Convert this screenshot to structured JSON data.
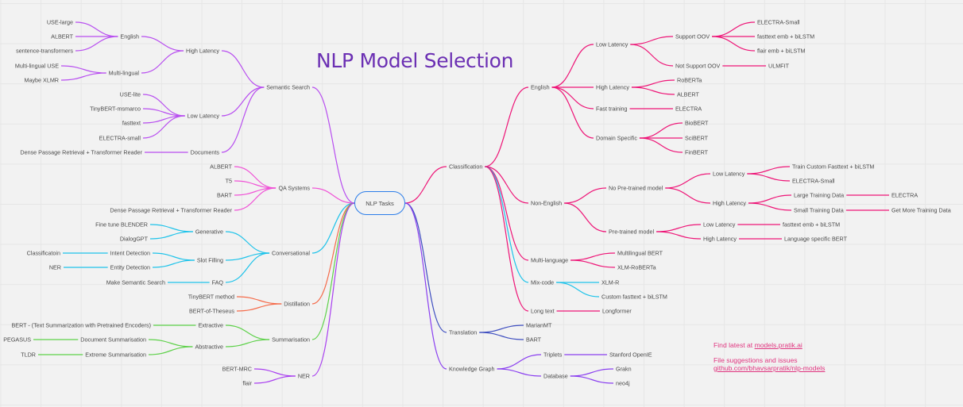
{
  "title": "NLP Model Selection",
  "root": {
    "label": "NLP Tasks",
    "border_color": "#2b7de9"
  },
  "footer": {
    "find_prefix": "Find latest at ",
    "find_link": "models.pratik.ai",
    "suggest_text": "File suggestions and issues",
    "suggest_link": "github.com/bhavsarpratik/nlp-models",
    "color": "#e0357f"
  },
  "branches": {
    "left": [
      {
        "label": "Semantic Search",
        "color": "#b84ef0",
        "children": [
          {
            "label": "High Latency",
            "children": [
              {
                "label": "English",
                "children": [
                  {
                    "label": "USE-large"
                  },
                  {
                    "label": "ALBERT"
                  },
                  {
                    "label": "sentence-transformers"
                  }
                ]
              },
              {
                "label": "Multi-lingual",
                "children": [
                  {
                    "label": "Multi-lingual USE"
                  },
                  {
                    "label": "Maybe XLMR"
                  }
                ]
              }
            ]
          },
          {
            "label": "Low Latency",
            "children": [
              {
                "label": "USE-lite"
              },
              {
                "label": "TinyBERT-msmarco"
              },
              {
                "label": "fasttext"
              },
              {
                "label": "ELECTRA-small"
              }
            ]
          },
          {
            "label": "Documents",
            "children": [
              {
                "label": "Dense Passage Retrieval + Transformer Reader"
              }
            ]
          }
        ]
      },
      {
        "label": "QA Systems",
        "color": "#f052d6",
        "children": [
          {
            "label": "ALBERT"
          },
          {
            "label": "T5"
          },
          {
            "label": "BART"
          },
          {
            "label": "Dense Passage Retrieval + Transformer Reader"
          }
        ]
      },
      {
        "label": "Conversational",
        "color": "#1ec3ea",
        "children": [
          {
            "label": "Generative",
            "children": [
              {
                "label": "Fine tune BLENDER"
              },
              {
                "label": "DialogGPT"
              }
            ]
          },
          {
            "label": "Slot Filling",
            "children": [
              {
                "label": "Intent Detection",
                "children": [
                  {
                    "label": "Classificatoin"
                  }
                ]
              },
              {
                "label": "Entity Detection",
                "children": [
                  {
                    "label": "NER"
                  }
                ]
              }
            ]
          },
          {
            "label": "FAQ",
            "children": [
              {
                "label": "Make Semantic Search"
              }
            ]
          }
        ]
      },
      {
        "label": "Distillation",
        "color": "#f56b4a",
        "children": [
          {
            "label": "TinyBERT method"
          },
          {
            "label": "BERT-of-Theseus"
          }
        ]
      },
      {
        "label": "Summarisation",
        "color": "#5ed14a",
        "children": [
          {
            "label": "Extractive",
            "children": [
              {
                "label": "BERT - (Text Summarization with Pretrained Encoders)"
              }
            ]
          },
          {
            "label": "Abstractive",
            "children": [
              {
                "label": "Document Summarisation",
                "children": [
                  {
                    "label": "PEGASUS"
                  }
                ]
              },
              {
                "label": "Extreme Summarisation",
                "children": [
                  {
                    "label": "TLDR"
                  }
                ]
              }
            ]
          }
        ]
      },
      {
        "label": "NER",
        "color": "#a93ff0",
        "children": [
          {
            "label": "BERT-MRC"
          },
          {
            "label": "flair"
          }
        ]
      }
    ],
    "right": [
      {
        "label": "Classification",
        "color": "#ee1577",
        "children": [
          {
            "label": "English",
            "children": [
              {
                "label": "Low Latency",
                "children": [
                  {
                    "label": "Support OOV",
                    "children": [
                      {
                        "label": "ELECTRA-Small"
                      },
                      {
                        "label": "fasttext emb + biLSTM"
                      },
                      {
                        "label": "flair emb + biLSTM"
                      }
                    ]
                  },
                  {
                    "label": "Not Support OOV",
                    "children": [
                      {
                        "label": "ULMFIT"
                      }
                    ]
                  }
                ]
              },
              {
                "label": "High Latency",
                "children": [
                  {
                    "label": "RoBERTa"
                  },
                  {
                    "label": "ALBERT"
                  }
                ]
              },
              {
                "label": "Fast training",
                "children": [
                  {
                    "label": "ELECTRA"
                  }
                ]
              },
              {
                "label": "Domain Specific",
                "children": [
                  {
                    "label": "BioBERT"
                  },
                  {
                    "label": "SciBERT"
                  },
                  {
                    "label": "FinBERT"
                  }
                ]
              }
            ]
          },
          {
            "label": "Non-English",
            "children": [
              {
                "label": "No Pre-trained model",
                "children": [
                  {
                    "label": "Low Latency",
                    "children": [
                      {
                        "label": "Train Custom Fasttext + biLSTM"
                      },
                      {
                        "label": "ELECTRA-Small"
                      }
                    ]
                  },
                  {
                    "label": "High Latency",
                    "children": [
                      {
                        "label": "Large Training Data",
                        "children": [
                          {
                            "label": "ELECTRA"
                          }
                        ]
                      },
                      {
                        "label": "Small Training Data",
                        "children": [
                          {
                            "label": "Get More Training Data"
                          }
                        ]
                      }
                    ]
                  }
                ]
              },
              {
                "label": "Pre-trained model",
                "children": [
                  {
                    "label": "Low Latency",
                    "children": [
                      {
                        "label": "fasttext emb + biLSTM"
                      }
                    ]
                  },
                  {
                    "label": "High Latency",
                    "children": [
                      {
                        "label": "Language specific BERT"
                      }
                    ]
                  }
                ]
              }
            ]
          },
          {
            "label": "Multi-language",
            "children": [
              {
                "label": "Multilingual BERT"
              },
              {
                "label": "XLM-RoBERTa"
              }
            ]
          },
          {
            "label": "Mix-code",
            "color": "#1ec3ea",
            "children": [
              {
                "label": "XLM-R"
              },
              {
                "label": "Custom fasttext + biLSTM"
              }
            ]
          },
          {
            "label": "Long text",
            "children": [
              {
                "label": "Longformer"
              }
            ]
          }
        ]
      },
      {
        "label": "Translation",
        "color": "#3f4fc0",
        "children": [
          {
            "label": "MarianMT"
          },
          {
            "label": "BART"
          }
        ]
      },
      {
        "label": "Knowledge Graph",
        "color": "#8a3ff0",
        "children": [
          {
            "label": "Triplets",
            "children": [
              {
                "label": "Stanford OpenIE"
              }
            ]
          },
          {
            "label": "Database",
            "children": [
              {
                "label": "Grakn"
              },
              {
                "label": "neo4j"
              }
            ]
          }
        ]
      }
    ]
  }
}
